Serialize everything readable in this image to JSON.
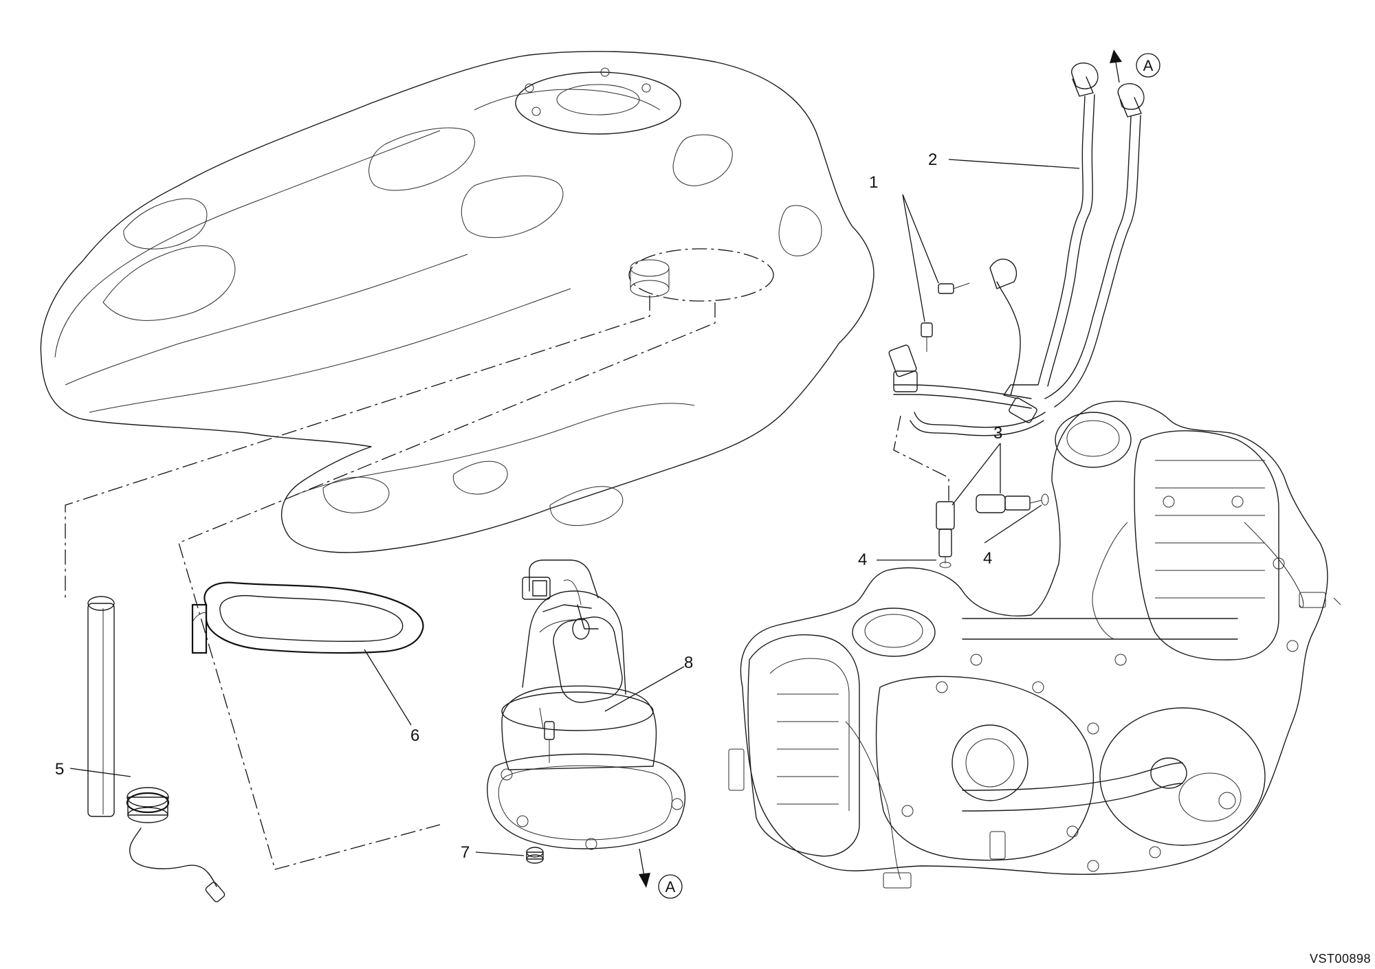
{
  "diagram": {
    "drawing_code": "VST00898",
    "callouts": [
      {
        "id": "1",
        "label": "1"
      },
      {
        "id": "2",
        "label": "2"
      },
      {
        "id": "3",
        "label": "3"
      },
      {
        "id": "4a",
        "label": "4"
      },
      {
        "id": "4b",
        "label": "4"
      },
      {
        "id": "5",
        "label": "5"
      },
      {
        "id": "6",
        "label": "6"
      },
      {
        "id": "7",
        "label": "7"
      },
      {
        "id": "8",
        "label": "8"
      }
    ],
    "reference_marks": [
      {
        "id": "A-top",
        "label": "A"
      },
      {
        "id": "A-bottom",
        "label": "A"
      }
    ]
  }
}
